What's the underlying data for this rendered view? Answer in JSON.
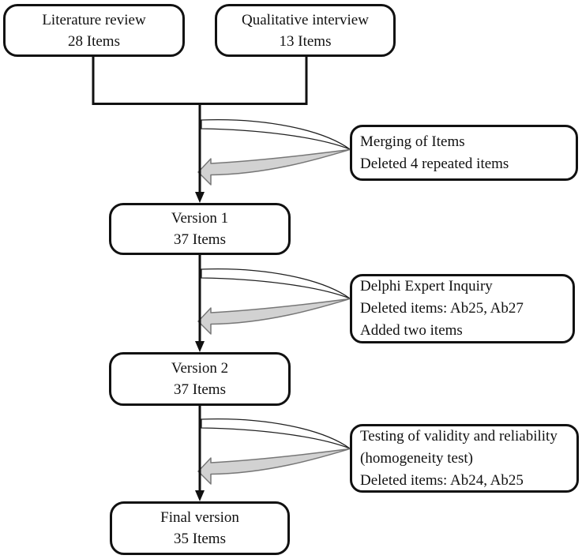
{
  "diagram": {
    "background": "#ffffff",
    "colors": {
      "line": "#111111",
      "box_border": "#111111",
      "text": "#111111",
      "loop_fill": "#ffffff",
      "arrow_fill": "#d2d2d2",
      "arrow_stroke": "#777777"
    },
    "sources": [
      {
        "title": "Literature review",
        "count": "28 Items"
      },
      {
        "title": "Qualitative interview",
        "count": "13 Items"
      }
    ],
    "stages": [
      {
        "title": "Version 1",
        "count": "37 Items"
      },
      {
        "title": "Version 2",
        "count": "37 Items"
      },
      {
        "title": "Final version",
        "count": "35 Items"
      }
    ],
    "steps": [
      {
        "lines": [
          "Merging of Items",
          "Deleted 4 repeated items"
        ]
      },
      {
        "lines": [
          "Delphi Expert Inquiry",
          "Deleted items: Ab25, Ab27",
          "Added two items"
        ]
      },
      {
        "lines": [
          "Testing of validity and reliability",
          "(homogeneity test)",
          "Deleted items: Ab24, Ab25"
        ]
      }
    ]
  }
}
